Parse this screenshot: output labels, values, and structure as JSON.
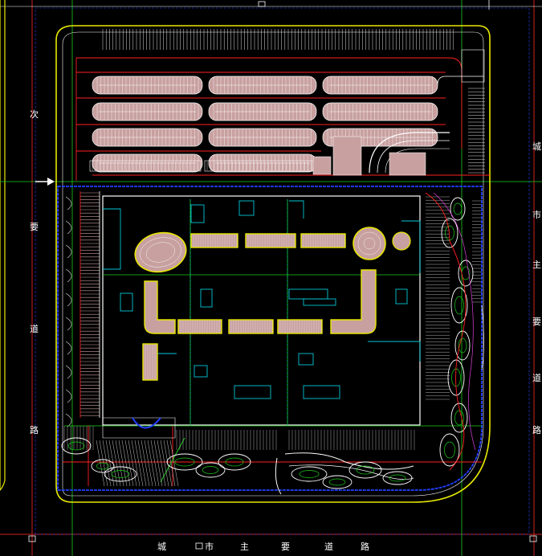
{
  "colors": {
    "background": "#000000",
    "site_boundary": "#e8e800",
    "parking_fill": "#c8a0a0",
    "parking_line": "#ffffff",
    "building_outline": "#00c8d8",
    "road_line": "#ff2020",
    "grid_green": "#18d018",
    "blue_line": "#2040ff",
    "planting": "#e0e0e0",
    "axis_red": "#d02020",
    "magenta": "#e040e0"
  },
  "icons": {
    "entrance_arrow": "arrow-right-icon"
  },
  "roads": {
    "left_road_chars": [
      "次",
      "要",
      "道",
      "路"
    ],
    "right_road_chars": [
      "城",
      "市",
      "主",
      "要",
      "道",
      "路"
    ],
    "bottom_road_chars": [
      "城",
      "市",
      "主",
      "要",
      "道",
      "路"
    ]
  }
}
